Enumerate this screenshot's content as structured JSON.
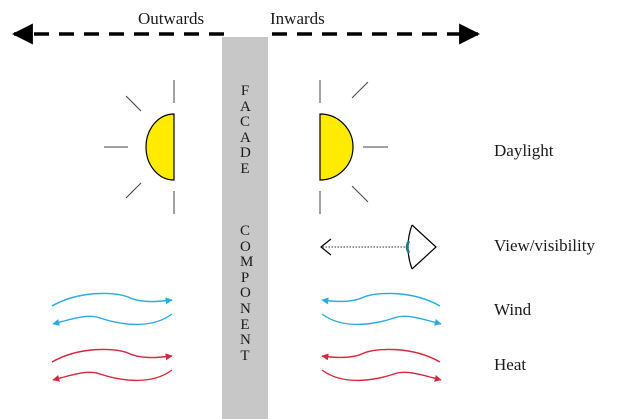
{
  "direction": {
    "outwards": "Outwards",
    "inwards": "Inwards"
  },
  "facade": {
    "word1": "FACADE",
    "word2": "COMPONENT",
    "color": "#c7c7c7"
  },
  "rows": [
    {
      "label": "Daylight",
      "icon": "sun-icon"
    },
    {
      "label": "View/visibility",
      "icon": "eye-icon"
    },
    {
      "label": "Wind",
      "icon": "wind-arrows"
    },
    {
      "label": "Heat",
      "icon": "heat-arrows"
    }
  ],
  "colors": {
    "sun": "#ffeb00",
    "wind": "#29abe2",
    "heat": "#d7263d",
    "eye_iris": "#1f7a8c"
  }
}
